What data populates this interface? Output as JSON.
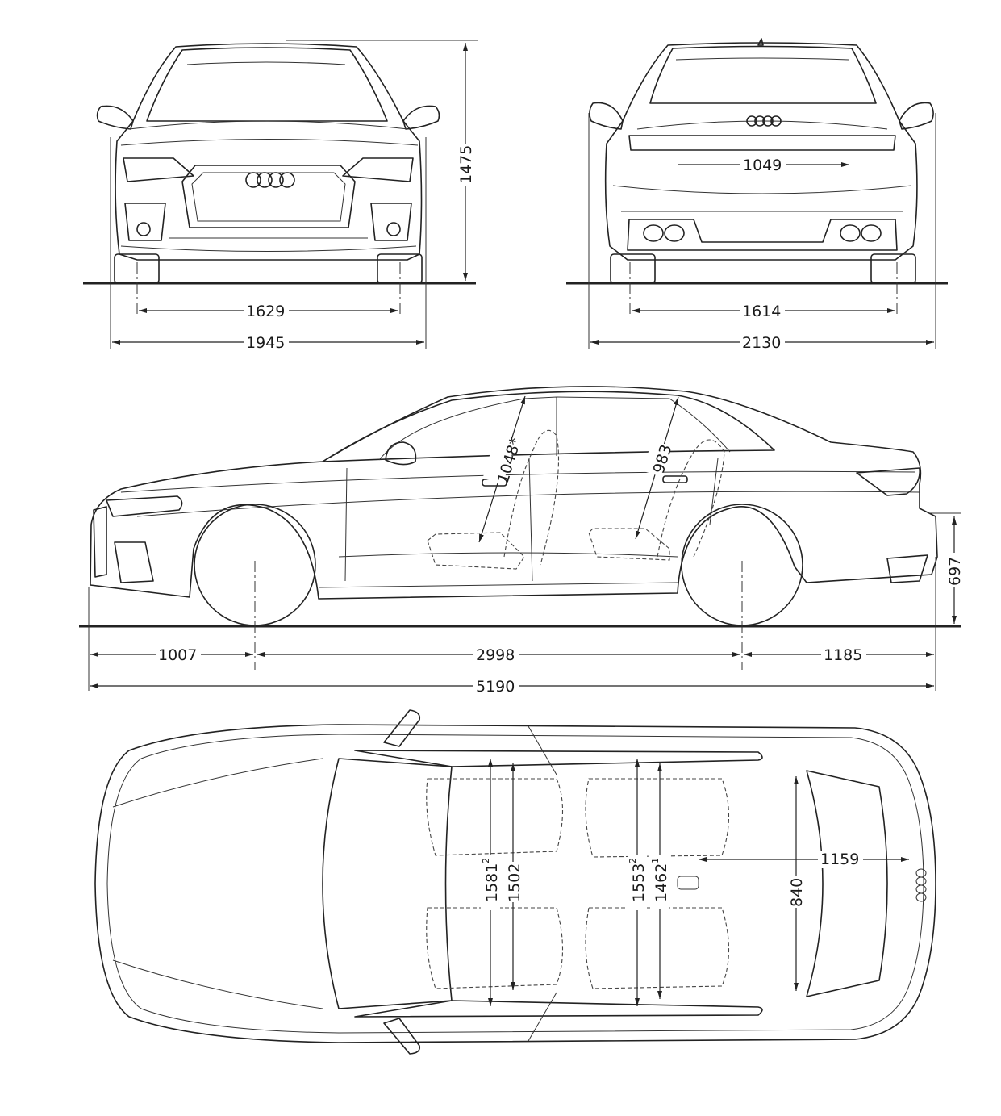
{
  "diagram": {
    "front_view": {
      "height": "1475",
      "front_track": "1629",
      "width": "1945"
    },
    "rear_view": {
      "trunk_opening": "1049",
      "rear_track": "1614",
      "width_with_mirrors": "2130"
    },
    "side_view": {
      "front_headroom": "1048*",
      "rear_headroom": "983",
      "load_sill_height": "697",
      "front_overhang": "1007",
      "wheelbase": "2998",
      "rear_overhang": "1185",
      "length": "5190"
    },
    "top_view": {
      "front_shoulder_width": "1581",
      "front_shoulder_sup": "2",
      "front_elbow_width": "1502",
      "rear_shoulder_width": "1553",
      "rear_shoulder_sup": "2",
      "rear_elbow_width": "1462",
      "rear_elbow_sup": "1",
      "trunk_length": "1159",
      "trunk_width": "840"
    }
  }
}
